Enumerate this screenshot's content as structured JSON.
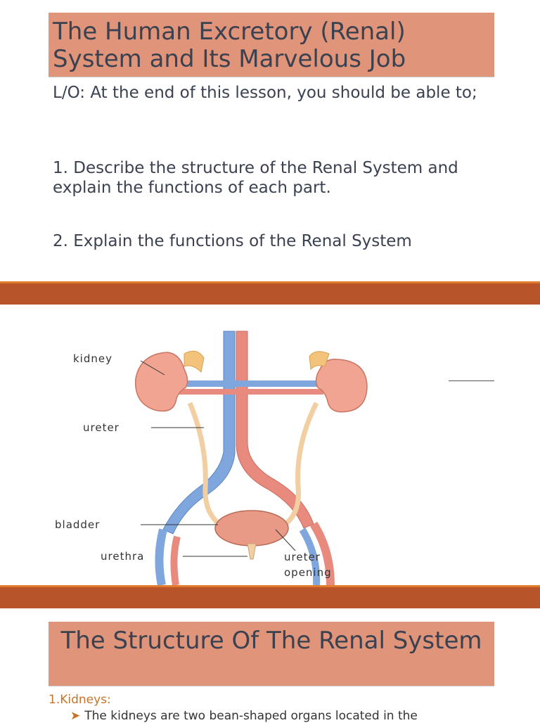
{
  "slide1": {
    "title": "The Human Excretory (Renal) System and Its Marvelous Job",
    "lo_text": "L/O: At the end of this lesson, you should be able to;",
    "objective_1": "1. Describe the structure of the Renal System and explain the functions of each part.",
    "objective_2": "2. Explain the functions of the Renal System"
  },
  "slide2": {
    "labels": {
      "kidney": "kidney",
      "ureter": "ureter",
      "bladder": "bladder",
      "urethra": "urethra",
      "ureter_opening_1": "ureter",
      "ureter_opening_2": "opening"
    }
  },
  "slide3": {
    "title": "The Structure Of The Renal System",
    "section_heading": "1.Kidneys:",
    "bullet_1": "The kidneys are two bean-shaped organs located in the"
  },
  "colors": {
    "title_fill": "#e0957a",
    "band": "#b8542a",
    "band_highlight": "#e07a2c",
    "accent_text": "#c7742a"
  }
}
